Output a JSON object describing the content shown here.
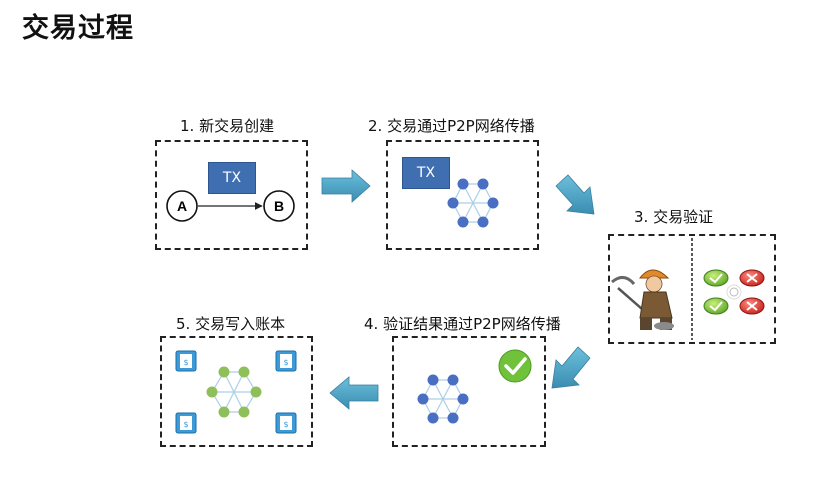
{
  "page_title": "交易过程",
  "steps": [
    {
      "label": "1. 新交易创建"
    },
    {
      "label": "2. 交易通过P2P网络传播"
    },
    {
      "label": "3. 交易验证"
    },
    {
      "label": "4. 验证结果通过P2P网络传播"
    },
    {
      "label": "5. 交易写入账本"
    }
  ],
  "tx_label": "TX",
  "node_a": "A",
  "node_b": "B",
  "colors": {
    "arrow": "#4aa3c4",
    "tx_box": "#3f6fb0",
    "network_node_blue": "#4a6fc2",
    "network_node_green": "#8fbf5a",
    "network_edge": "#a9cfe8",
    "check": "#6fc23a",
    "ledger_icon": "#3c9ad8"
  },
  "icons": [
    "check-circle-icon",
    "ledger-icon",
    "miner-icon",
    "approve-button-icon",
    "reject-button-icon"
  ]
}
